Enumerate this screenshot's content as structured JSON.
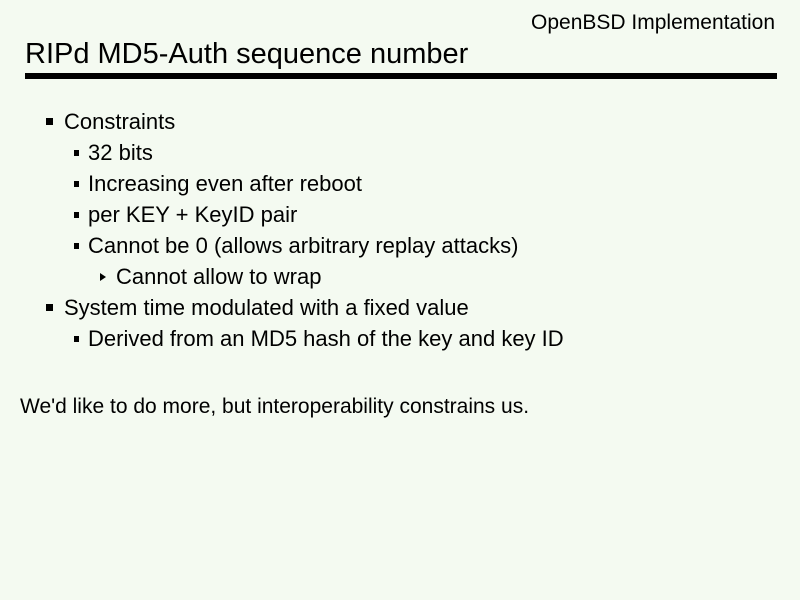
{
  "slide": {
    "header_right": "OpenBSD Implementation",
    "title": "RIPd MD5-Auth sequence number",
    "bullets": [
      {
        "level": 1,
        "text": "Constraints"
      },
      {
        "level": 2,
        "text": "32 bits"
      },
      {
        "level": 2,
        "text": "Increasing even after reboot"
      },
      {
        "level": 2,
        "text": "per KEY + KeyID pair"
      },
      {
        "level": 2,
        "text": "Cannot be 0 (allows arbitrary replay attacks)"
      },
      {
        "level": 3,
        "text": "Cannot allow to wrap"
      },
      {
        "level": 1,
        "text": "System time modulated with a fixed value"
      },
      {
        "level": 2,
        "text": "Derived from an MD5 hash of the key and key ID"
      }
    ],
    "footer_note": "We'd like to do more, but interoperability constrains us.",
    "colors": {
      "background": "#f4faf1",
      "text": "#000000",
      "rule": "#000000"
    }
  }
}
